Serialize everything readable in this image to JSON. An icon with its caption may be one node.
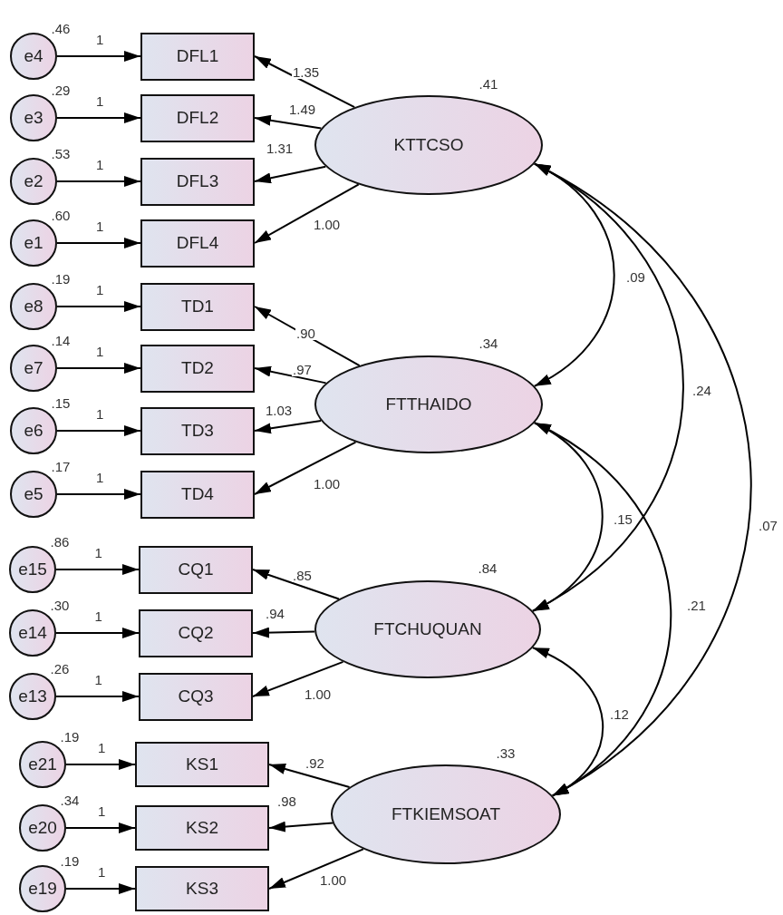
{
  "diagram": {
    "nodes": [
      {
        "text": [
          "e4"
        ],
        "beside": [
          ".46"
        ]
      },
      {
        "text": [
          "DFL1"
        ]
      },
      {
        "text": [
          "e3"
        ],
        "beside": [
          ".29"
        ]
      },
      {
        "text": [
          "DFL2"
        ]
      },
      {
        "text": [
          "e2"
        ],
        "beside": [
          ".53"
        ]
      },
      {
        "text": [
          "DFL3"
        ]
      },
      {
        "text": [
          "e1"
        ],
        "beside": [
          ".60"
        ]
      },
      {
        "text": [
          "DFL4"
        ]
      },
      {
        "text": [
          "KTTCSO"
        ],
        "beside": [
          ".41"
        ]
      },
      {
        "text": [
          "e8"
        ],
        "beside": [
          ".19"
        ]
      },
      {
        "text": [
          "TD1"
        ]
      },
      {
        "text": [
          "e7"
        ],
        "beside": [
          ".14"
        ]
      },
      {
        "text": [
          "TD2"
        ]
      },
      {
        "text": [
          "e6"
        ],
        "beside": [
          ".15"
        ]
      },
      {
        "text": [
          "TD3"
        ]
      },
      {
        "text": [
          "e5"
        ],
        "beside": [
          ".17"
        ]
      },
      {
        "text": [
          "TD4"
        ]
      },
      {
        "text": [
          "FTTHAIDO"
        ],
        "beside": [
          ".34"
        ]
      },
      {
        "text": [
          "e15"
        ],
        "beside": [
          ".86"
        ]
      },
      {
        "text": [
          "CQ1"
        ]
      },
      {
        "text": [
          "e14"
        ],
        "beside": [
          ".30"
        ]
      },
      {
        "text": [
          "CQ2"
        ]
      },
      {
        "text": [
          "e13"
        ],
        "beside": [
          ".26"
        ]
      },
      {
        "text": [
          "CQ3"
        ]
      },
      {
        "text": [
          "FTCHUQUAN"
        ],
        "beside": [
          ".84"
        ]
      },
      {
        "text": [
          "e21"
        ],
        "beside": [
          ".19"
        ]
      },
      {
        "text": [
          "KS1"
        ]
      },
      {
        "text": [
          "e20"
        ],
        "beside": [
          ".34"
        ]
      },
      {
        "text": [
          "KS2"
        ]
      },
      {
        "text": [
          "e19"
        ],
        "beside": [
          ".19"
        ]
      },
      {
        "text": [
          "KS3"
        ]
      },
      {
        "text": [
          "FTKIEMSOAT"
        ],
        "beside": [
          ".33"
        ]
      }
    ],
    "edges": [
      {
        "from": 0,
        "to": 1,
        "arrow": "to",
        "label": "1"
      },
      {
        "from": 2,
        "to": 3,
        "arrow": "to",
        "label": "1"
      },
      {
        "from": 4,
        "to": 5,
        "arrow": "to",
        "label": "1"
      },
      {
        "from": 6,
        "to": 7,
        "arrow": "to",
        "label": "1"
      },
      {
        "from": 8,
        "to": 1,
        "arrow": "to",
        "label": "1.35"
      },
      {
        "from": 8,
        "to": 3,
        "arrow": "to",
        "label": "1.49"
      },
      {
        "from": 8,
        "to": 5,
        "arrow": "to",
        "label": "1.31"
      },
      {
        "from": 8,
        "to": 7,
        "arrow": "to",
        "label": "1.00"
      },
      {
        "from": 9,
        "to": 10,
        "arrow": "to",
        "label": "1"
      },
      {
        "from": 11,
        "to": 12,
        "arrow": "to",
        "label": "1"
      },
      {
        "from": 13,
        "to": 14,
        "arrow": "to",
        "label": "1"
      },
      {
        "from": 15,
        "to": 16,
        "arrow": "to",
        "label": "1"
      },
      {
        "from": 17,
        "to": 10,
        "arrow": "to",
        "label": ".90"
      },
      {
        "from": 17,
        "to": 12,
        "arrow": "to",
        "label": ".97"
      },
      {
        "from": 17,
        "to": 14,
        "arrow": "to",
        "label": "1.03"
      },
      {
        "from": 17,
        "to": 16,
        "arrow": "to",
        "label": "1.00"
      },
      {
        "from": 18,
        "to": 19,
        "arrow": "to",
        "label": "1"
      },
      {
        "from": 20,
        "to": 21,
        "arrow": "to",
        "label": "1"
      },
      {
        "from": 22,
        "to": 23,
        "arrow": "to",
        "label": "1"
      },
      {
        "from": 24,
        "to": 19,
        "arrow": "to",
        "label": ".85"
      },
      {
        "from": 24,
        "to": 21,
        "arrow": "to",
        "label": ".94"
      },
      {
        "from": 24,
        "to": 23,
        "arrow": "to",
        "label": "1.00"
      },
      {
        "from": 25,
        "to": 26,
        "arrow": "to",
        "label": "1"
      },
      {
        "from": 27,
        "to": 28,
        "arrow": "to",
        "label": "1"
      },
      {
        "from": 29,
        "to": 30,
        "arrow": "to",
        "label": "1"
      },
      {
        "from": 31,
        "to": 26,
        "arrow": "to",
        "label": ".92"
      },
      {
        "from": 31,
        "to": 28,
        "arrow": "to",
        "label": ".98"
      },
      {
        "from": 31,
        "to": 30,
        "arrow": "to",
        "label": "1.00"
      },
      {
        "from": 8,
        "to": 17,
        "arrow": "both",
        "label": ".09"
      },
      {
        "from": 8,
        "to": 24,
        "arrow": "both",
        "label": ".24"
      },
      {
        "from": 8,
        "to": 31,
        "arrow": "both",
        "label": ".07"
      },
      {
        "from": 17,
        "to": 24,
        "arrow": "both",
        "label": ".15"
      },
      {
        "from": 17,
        "to": 31,
        "arrow": "both",
        "label": ".21"
      },
      {
        "from": 24,
        "to": 31,
        "arrow": "both",
        "label": ".12"
      }
    ]
  }
}
